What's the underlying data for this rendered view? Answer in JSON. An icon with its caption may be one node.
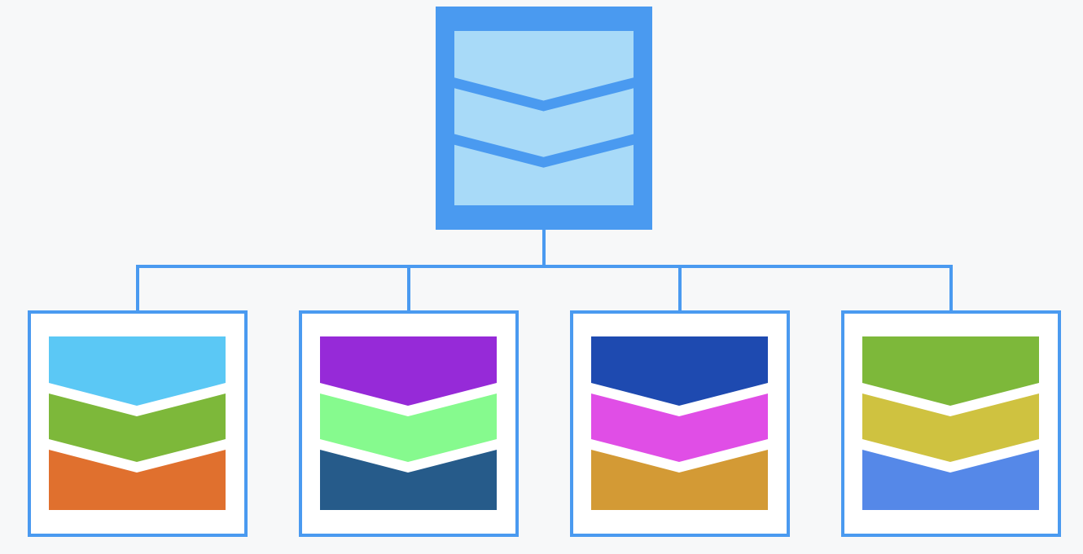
{
  "diagram": {
    "nodes": [
      {
        "text": [],
        "shape": "box"
      },
      {
        "text": [],
        "shape": "box"
      },
      {
        "text": [],
        "shape": "box"
      },
      {
        "text": [],
        "shape": "box"
      },
      {
        "text": [],
        "shape": "box"
      }
    ],
    "edges": [
      {
        "from": 0,
        "to": 1,
        "arrow": "none"
      },
      {
        "from": 0,
        "to": 2,
        "arrow": "none"
      },
      {
        "from": 0,
        "to": 3,
        "arrow": "none"
      },
      {
        "from": 0,
        "to": 4,
        "arrow": "none"
      }
    ]
  }
}
